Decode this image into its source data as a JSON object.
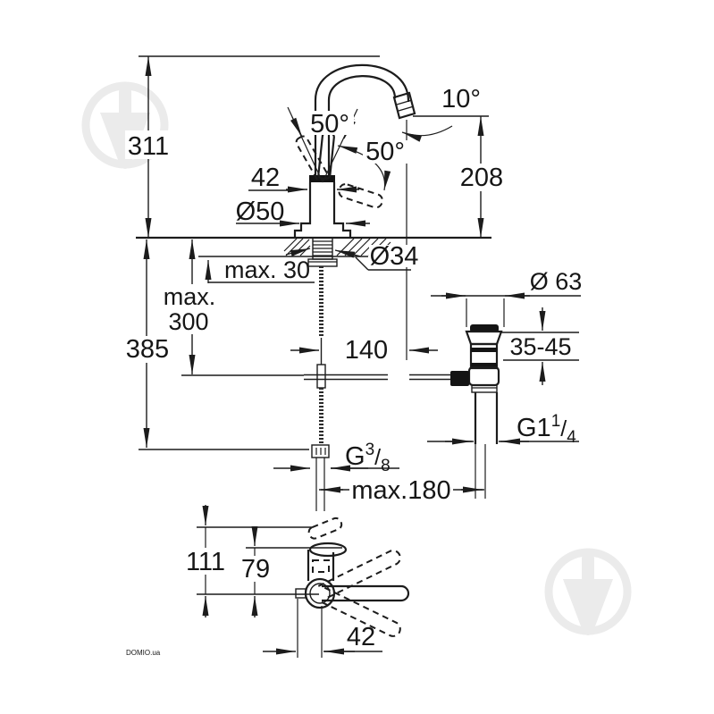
{
  "drawing": {
    "type": "faucet installation dimension drawing",
    "background": "#ffffff",
    "line_color": "#1c1c1c",
    "watermark_color": "#ebebeb"
  },
  "dims": {
    "total_height": "311",
    "body_width": "42",
    "base_diameter": "Ø50",
    "handle_angle": "50°",
    "handle_tilt": "50°",
    "aerator_angle": "10°",
    "spout_outlet_height": "208",
    "hole_diameter": "Ø34",
    "deck_thickness": "max. 30",
    "rod_depth_l1": "max.",
    "rod_depth_l2": "300",
    "install_depth": "385",
    "spout_reach": "140"
  },
  "popup": {
    "flange_diameter": "Ø 63",
    "clamp_range": "35-45",
    "thread": {
      "base": "G1",
      "sup": "1",
      "slash": "/",
      "sub": "4"
    }
  },
  "hose": {
    "thread": {
      "base": "G",
      "sup": "3",
      "slash": "/",
      "sub": "8"
    },
    "max_reach": "max.180"
  },
  "side": {
    "handle_height": "111",
    "spout_height": "79",
    "handle_offset": "42"
  },
  "watermark": {
    "corner_text": "DOMIO.ua"
  }
}
